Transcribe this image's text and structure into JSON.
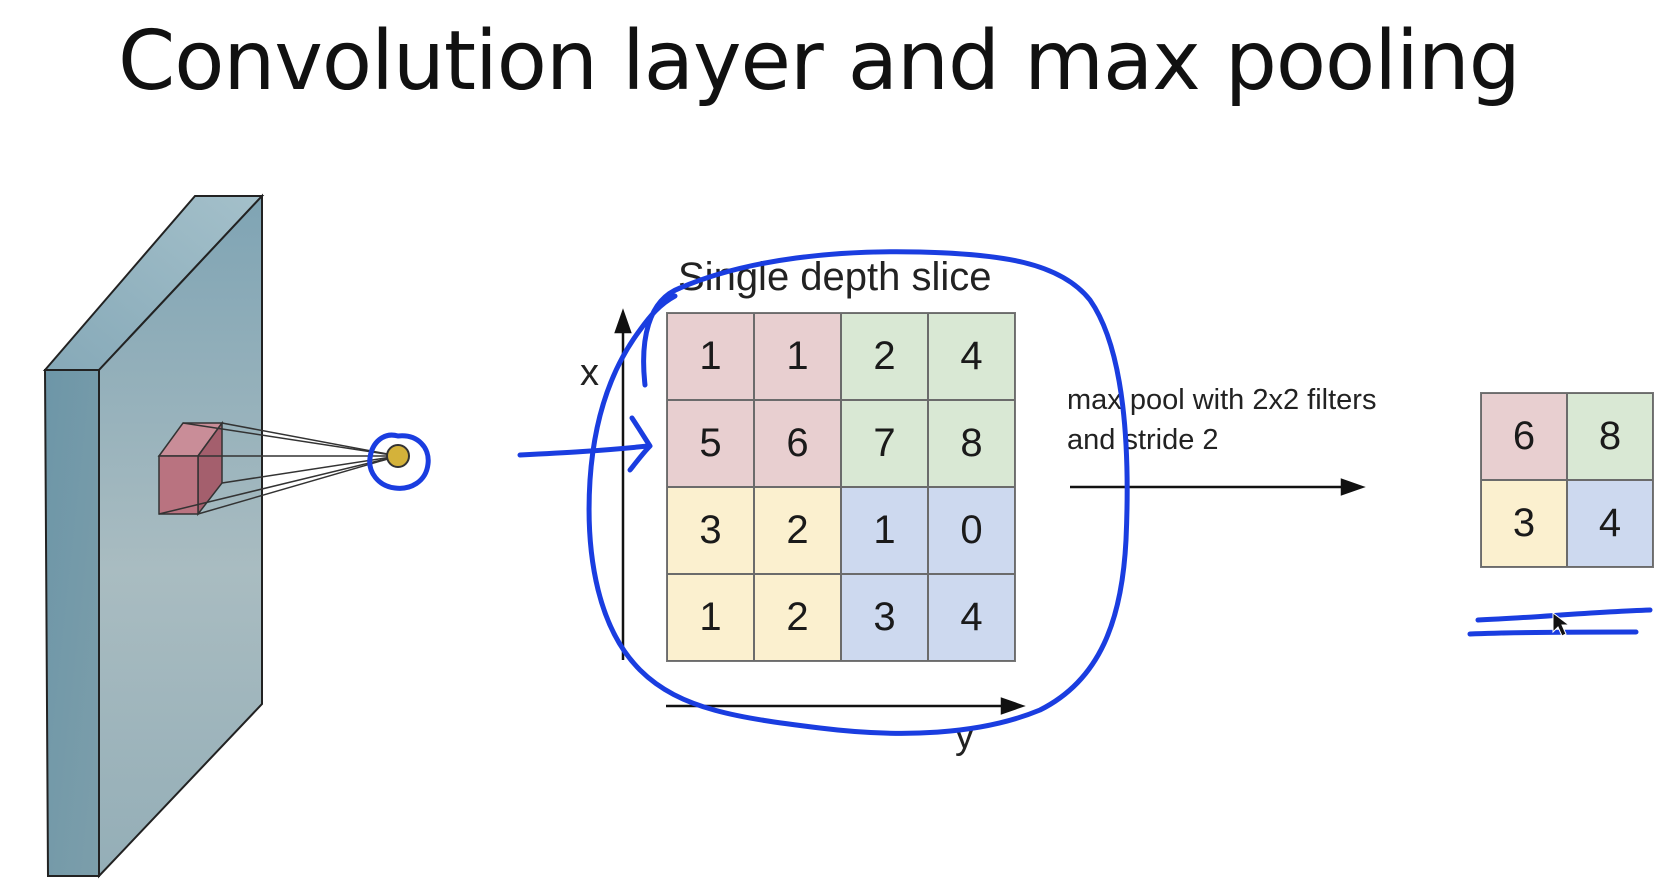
{
  "slide": {
    "title": "Convolution layer and max pooling"
  },
  "diagram": {
    "slice_title": "Single depth slice",
    "axis_x_label": "x",
    "axis_y_label": "y",
    "pool_text_line1": "max pool with 2x2 filters",
    "pool_text_line2": "and stride 2"
  },
  "input_grid": {
    "values": [
      [
        1,
        1,
        2,
        4
      ],
      [
        5,
        6,
        7,
        8
      ],
      [
        3,
        2,
        1,
        0
      ],
      [
        1,
        2,
        3,
        4
      ]
    ],
    "quadrant_colors": {
      "top_left": "#e8cfd0",
      "top_right": "#d9e8d4",
      "bottom_left": "#fbf0cf",
      "bottom_right": "#cdd9ef"
    }
  },
  "output_grid": {
    "values": [
      [
        6,
        8
      ],
      [
        3,
        4
      ]
    ]
  },
  "annotation": {
    "ink_color": "#1a3de0"
  },
  "colors": {
    "volume_front": "#9fb3ba",
    "volume_side": "#7fa3b3",
    "volume_top": "#8fb0bd",
    "receptive_field": "#b97380",
    "neuron": "#d4b23a"
  }
}
